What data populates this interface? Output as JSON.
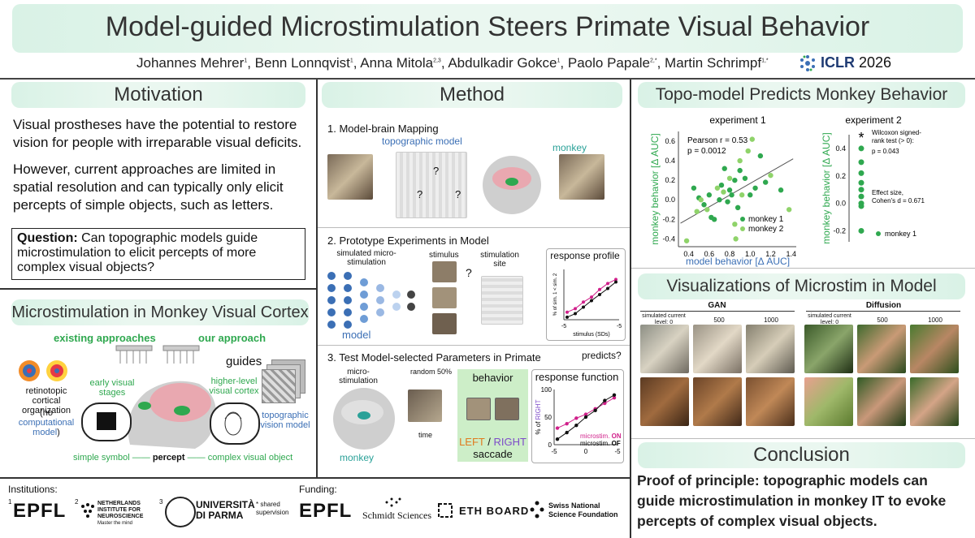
{
  "title": "Model-guided Microstimulation Steers Primate Visual Behavior",
  "authors": [
    {
      "name": "Johannes Mehrer",
      "aff": "1"
    },
    {
      "name": "Benn Lonnqvist",
      "aff": "1"
    },
    {
      "name": "Anna Mitola",
      "aff": "2,3"
    },
    {
      "name": "Abdulkadir Gokce",
      "aff": "1"
    },
    {
      "name": "Paolo Papale",
      "aff": "2,*"
    },
    {
      "name": "Martin Schrimpf",
      "aff": "1,*"
    }
  ],
  "venue": {
    "logo": "ICLR",
    "year": "2026"
  },
  "motivation": {
    "title": "Motivation",
    "p1": "Visual prostheses have the potential to restore vision for people with irreparable visual deficits.",
    "p2": "However, current approaches are limited in spatial resolution and can typically only elicit percepts of simple objects, such as letters.",
    "question_label": "Question:",
    "question_text": "Can topographic models guide microstimulation to elicit percepts of more complex visual objects?"
  },
  "micro": {
    "title": "Microstimulation in Monkey Visual Cortex",
    "existing": "existing approaches",
    "ours": "our approach",
    "guides": "guides",
    "early": "early visual stages",
    "higher": "higher-level visual cortex",
    "retino": "retinotopic cortical organization",
    "no": "no",
    "computational": "computational",
    "model": "model",
    "topo_vision": "topographic vision model",
    "simple": "simple symbol",
    "percept": "percept",
    "complex": "complex visual object"
  },
  "method": {
    "title": "Method",
    "step1": "1. Model-brain Mapping",
    "topo_model": "topographic model",
    "monkey": "monkey",
    "step2": "2. Prototype Experiments in Model",
    "sim_micro": "simulated micro-stimulation",
    "stimulus": "stimulus",
    "stim_site": "stimulation site",
    "model_label": "model",
    "question_mark": "?",
    "resp_profile": "response profile",
    "profile_ylabel": "% of sim. 1 < sim. 2",
    "profile_xlabel": "stimulus (SDs)",
    "profile_x0": "-5",
    "profile_x1": "-5",
    "predicts": "predicts?",
    "step3": "3. Test Model-selected Parameters in Primate",
    "micro_stim": "micro-stimulation",
    "random": "random 50%",
    "time": "time",
    "behavior": "behavior",
    "left": "LEFT",
    "slash": " / ",
    "right": "RIGHT",
    "saccade": "saccade",
    "resp_function": "response function",
    "fn_ylabel_prefix": "% of ",
    "fn_ylabel_word": "RIGHT",
    "fn_y100": "100",
    "fn_y50": "50",
    "fn_y0": "0",
    "fn_x0": "-5",
    "fn_x1": "0",
    "fn_x2": "-5",
    "on_label": "microstim. ",
    "on_word": "ON",
    "off_label": "microstim. ",
    "off_word": "OFF",
    "monkey_bottom": "monkey"
  },
  "topo": {
    "title": "Topo-model Predicts Monkey Behavior",
    "exp1": "experiment 1",
    "exp2": "experiment 2",
    "pearson": "Pearson r = 0.53",
    "p1": "p = 0.0012",
    "ylabel": "monkey behavior [Δ AUC]",
    "xlabel": "model behavior [Δ AUC]",
    "legend_m1": "monkey 1",
    "legend_m2": "monkey 2",
    "wilcoxon": "Wilcoxon signed-rank test (> 0):",
    "p2": "p = 0.043",
    "effect": "Effect size, Cohen's d = 0.671",
    "star": "*",
    "legend2_m1": "monkey 1"
  },
  "chart_data": [
    {
      "type": "scatter",
      "title": "experiment 1",
      "xlabel": "model behavior [Δ AUC]",
      "ylabel": "monkey behavior [Δ AUC]",
      "xlim": [
        0.3,
        1.45
      ],
      "ylim": [
        -0.48,
        0.7
      ],
      "xticks": [
        0.4,
        0.6,
        0.8,
        1.0,
        1.2,
        1.4
      ],
      "yticks": [
        -0.4,
        -0.2,
        0.0,
        0.2,
        0.4,
        0.6
      ],
      "series": [
        {
          "name": "monkey 1",
          "color": "#2fa84f",
          "points": [
            [
              0.45,
              0.12
            ],
            [
              0.5,
              0.02
            ],
            [
              0.55,
              -0.05
            ],
            [
              0.6,
              0.05
            ],
            [
              0.62,
              -0.18
            ],
            [
              0.65,
              -0.2
            ],
            [
              0.7,
              0.0
            ],
            [
              0.72,
              0.15
            ],
            [
              0.75,
              0.32
            ],
            [
              0.78,
              -0.02
            ],
            [
              0.8,
              0.1
            ],
            [
              0.82,
              0.05
            ],
            [
              0.85,
              0.2
            ],
            [
              0.88,
              -0.08
            ],
            [
              0.9,
              0.3
            ],
            [
              0.95,
              0.22
            ],
            [
              1.0,
              0.05
            ],
            [
              1.05,
              0.12
            ],
            [
              1.1,
              0.45
            ],
            [
              1.15,
              0.18
            ],
            [
              1.3,
              0.1
            ]
          ]
        },
        {
          "name": "monkey 2",
          "color": "#8fd36a",
          "points": [
            [
              0.38,
              -0.42
            ],
            [
              0.48,
              -0.12
            ],
            [
              0.52,
              0.0
            ],
            [
              0.58,
              -0.1
            ],
            [
              0.68,
              0.12
            ],
            [
              0.74,
              0.08
            ],
            [
              0.8,
              0.22
            ],
            [
              0.85,
              -0.25
            ],
            [
              0.9,
              0.4
            ],
            [
              0.92,
              0.05
            ],
            [
              0.98,
              0.5
            ],
            [
              1.02,
              0.62
            ],
            [
              1.2,
              0.25
            ],
            [
              1.38,
              -0.1
            ],
            [
              0.86,
              -0.4
            ]
          ]
        }
      ],
      "fit_line": [
        [
          0.32,
          -0.24
        ],
        [
          1.42,
          0.42
        ]
      ]
    },
    {
      "type": "scatter",
      "title": "experiment 2",
      "ylabel": "monkey behavior [Δ AUC]",
      "ylim": [
        -0.28,
        0.5
      ],
      "yticks": [
        -0.2,
        0.0,
        0.2,
        0.4
      ],
      "series": [
        {
          "name": "monkey 1",
          "color": "#2fa84f",
          "points": [
            [
              0,
              0.4
            ],
            [
              0,
              0.3
            ],
            [
              0,
              0.22
            ],
            [
              0,
              0.15
            ],
            [
              0,
              0.1
            ],
            [
              0,
              0.05
            ],
            [
              0,
              0.0
            ],
            [
              0,
              -0.02
            ],
            [
              0,
              -0.2
            ]
          ]
        }
      ]
    },
    {
      "type": "line",
      "title": "response profile",
      "xlabel": "stimulus (SDs)",
      "ylabel": "% of sim. 1 < sim. 2",
      "series": [
        {
          "name": "pink",
          "color": "#d01f8a",
          "values": [
            0.15,
            0.22,
            0.35,
            0.45,
            0.6,
            0.72,
            0.8
          ]
        },
        {
          "name": "black",
          "color": "#111111",
          "values": [
            0.05,
            0.12,
            0.25,
            0.38,
            0.5,
            0.62,
            0.75
          ]
        }
      ]
    },
    {
      "type": "line",
      "title": "response function",
      "ylabel": "% of RIGHT",
      "yticks": [
        0,
        50,
        100
      ],
      "series": [
        {
          "name": "microstim. ON",
          "color": "#d01f8a",
          "values": [
            30,
            38,
            48,
            55,
            65,
            75,
            85
          ]
        },
        {
          "name": "microstim. OFF",
          "color": "#111111",
          "values": [
            10,
            22,
            35,
            50,
            62,
            80,
            90
          ]
        }
      ]
    }
  ],
  "viz": {
    "title": "Visualizations of Microstim in Model",
    "gan": "GAN",
    "diffusion": "Diffusion",
    "sim_level": "simulated current level: 0",
    "l500": "500",
    "l1000": "1000",
    "sim_level2": "simulated current level: 0",
    "l500b": "500",
    "l1000b": "1000"
  },
  "conclusion": {
    "title": "Conclusion",
    "text": "Proof of principle: topographic models can guide microstimulation in monkey IT to evoke percepts of complex visual objects."
  },
  "footer": {
    "institutions": "Institutions:",
    "epfl": "EPFL",
    "nin": "NETHERLANDS INSTITUTE FOR NEUROSCIENCE",
    "nin_sub": "Master the mind",
    "parma": "UNIVERSITÀ DI PARMA",
    "shared": "* shared supervision",
    "funding": "Funding:",
    "epfl2": "EPFL",
    "schmidt": "Schmidt Sciences",
    "eth": "ETH BOARD",
    "snsf": "Swiss National Science Foundation",
    "aff1": "1",
    "aff2": "2",
    "aff3": "3"
  }
}
